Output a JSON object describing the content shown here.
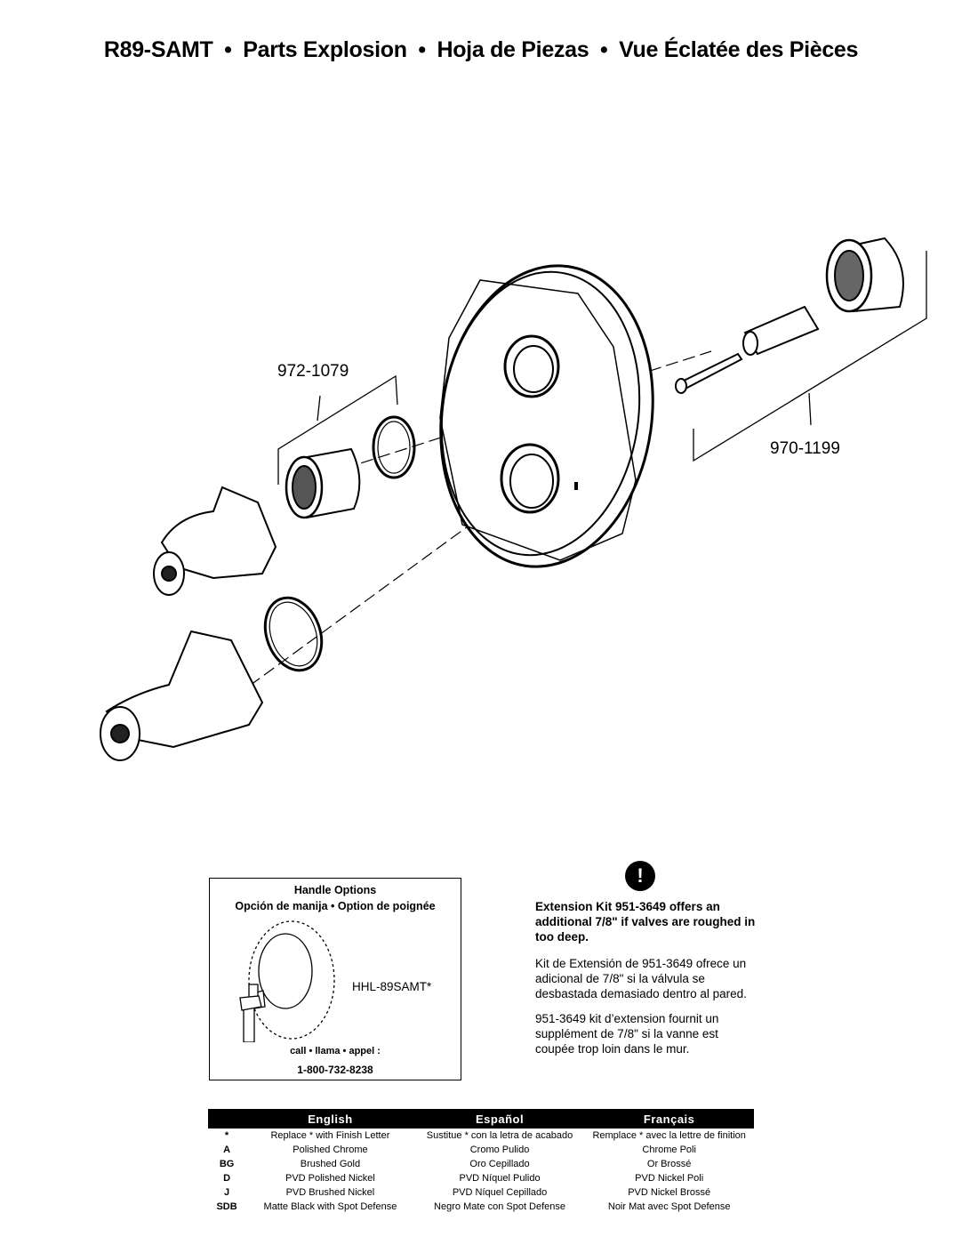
{
  "header": {
    "model": "R89-SAMT",
    "separator": "•",
    "title_en": "Parts Explosion",
    "title_es": "Hoja de Piezas",
    "title_fr": "Vue Éclatée des Pièces"
  },
  "parts": {
    "cartridge_kit": "972-1079",
    "extension_kit": "970-1199"
  },
  "handle_options": {
    "title": "Handle Options",
    "subtitle": "Opción de manija • Option de poignée",
    "model": "HHL-89SAMT*",
    "call_label": "call • llama • appel :",
    "phone": "1-800-732-8238"
  },
  "extension_note": {
    "icon": "exclamation-icon",
    "english": "Extension Kit 951-3649 offers an additional 7/8\" if valves are roughed in too deep.",
    "spanish": "Kit de Extensión de 951-3649 ofrece un adicional de 7/8\" si la válvula se desbastada demasiado dentro al pared.",
    "french": "951-3649 kit d’extension fournit un supplément de 7/8\" si la vanne est coupée trop loin dans le mur."
  },
  "finish_table": {
    "headers": [
      "",
      "English",
      "Español",
      "Français"
    ],
    "rows": [
      {
        "code": "*",
        "en": "Replace * with Finish Letter",
        "es": "Sustitue * con la letra de acabado",
        "fr": "Remplace * avec la lettre de finition"
      },
      {
        "code": "A",
        "en": "Polished Chrome",
        "es": "Cromo Pulido",
        "fr": "Chrome Poli"
      },
      {
        "code": "BG",
        "en": "Brushed Gold",
        "es": "Oro Cepillado",
        "fr": "Or Brossé"
      },
      {
        "code": "D",
        "en": "PVD Polished Nickel",
        "es": "PVD Níquel Pulido",
        "fr": "PVD Nickel Poli"
      },
      {
        "code": "J",
        "en": "PVD Brushed Nickel",
        "es": "PVD Níquel Cepillado",
        "fr": "PVD Nickel Brossé"
      },
      {
        "code": "SDB",
        "en": "Matte Black with Spot Defense",
        "es": "Negro Mate con Spot Defense",
        "fr": "Noir Mat avec Spot Defense"
      }
    ]
  }
}
